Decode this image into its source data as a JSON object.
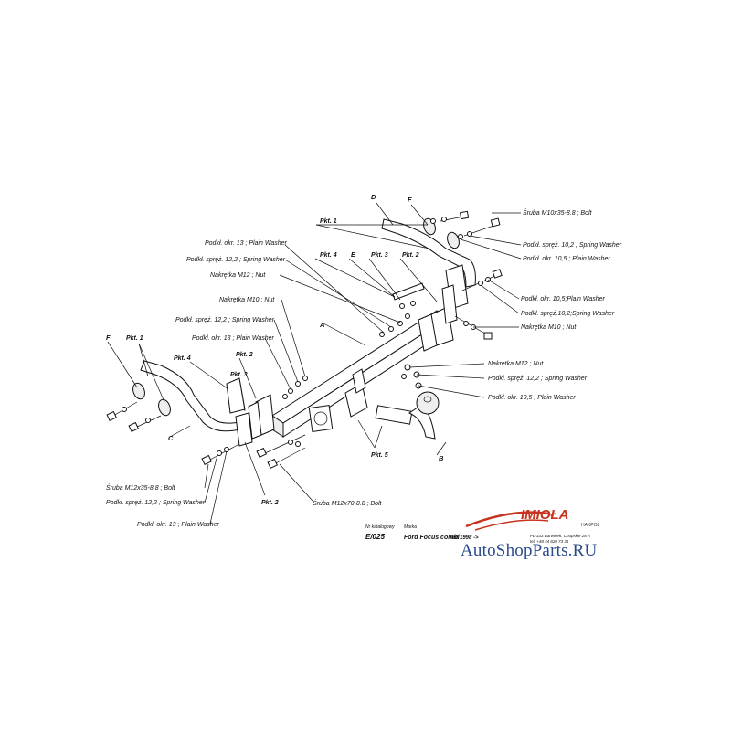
{
  "labels": {
    "bolt_top": "Śruba M10x35-8.8  ;  Bolt",
    "spring_washer_top": "Podkł. spręż. 10,2 ; Spring Washer",
    "plain_washer_top": "Podkł. okr. 10,5 ; Plain Washer",
    "plain_washer_r": "Podkł. okr. 10,5;Plain Washer",
    "spring_washer_r": "Podkł. spręż.10,2;Spring Washer",
    "nut_m10_r": "Nakrętka  M10 ; Nut",
    "nut_m12_r": "Nakrętka  M12 ; Nut",
    "spring_washer_r2": "Podkł. spręż. 12,2 ; Spring Washer",
    "plain_washer_r2": "Podkł. okr. 10,5 ; Plain Washer",
    "plain_washer_l1": "Podkł. okr. 13 ; Plain Washer",
    "spring_washer_l1": "Podkł. spręż. 12,2 ; Spring Washer",
    "nut_m12_l": "Nakrętka  M12 ; Nut",
    "nut_m10_l": "Nakrętka  M10 ; Nut",
    "spring_washer_l2": "Podkł. spręż. 12,2 ; Spring Washer",
    "plain_washer_l2": "Podkł. okr. 13 ; Plain Washer",
    "bolt_bl": "Śruba M12x35-8.8  ;  Bolt",
    "spring_washer_bl": "Podkł. spręż. 12,2 ; Spring Washer",
    "plain_washer_bl": "Podkł. okr. 13 ; Plain Washer",
    "bolt_bc": "Śruba M12x70-8.8  ;  Bolt"
  },
  "points": {
    "pkt1_top": "Pkt. 1",
    "pkt4_top": "Pkt. 4",
    "pkt3_top": "Pkt. 3",
    "pkt2_top": "Pkt. 2",
    "pkt1_left": "Pkt. 1",
    "pkt4_left": "Pkt. 4",
    "pkt2_left": "Pkt. 2",
    "pkt3_left": "Pkt. 3",
    "pkt2_bottom": "Pkt. 2",
    "pkt5": "Pkt. 5"
  },
  "letters": {
    "D": "D",
    "F_top": "F",
    "E": "E",
    "A": "A",
    "F_left": "F",
    "C": "C",
    "B": "B"
  },
  "titleblock": {
    "code_caption": "Nr katalogowy",
    "code": "E/025",
    "model_caption": "Marka",
    "model": "Ford Focus combi",
    "year": "od 1998 ->",
    "brand": "IMIOŁA",
    "brand_sub": "HAKPOL",
    "address": "PL-333 Barwinek, Chopskie 28 A",
    "phone": "tel. +48 44 620 73 31",
    "watermark": "AutoShopParts.RU"
  },
  "colors": {
    "line": "#111111",
    "brand_red": "#c8321e",
    "watermark_blue": "#2a4a8a"
  }
}
